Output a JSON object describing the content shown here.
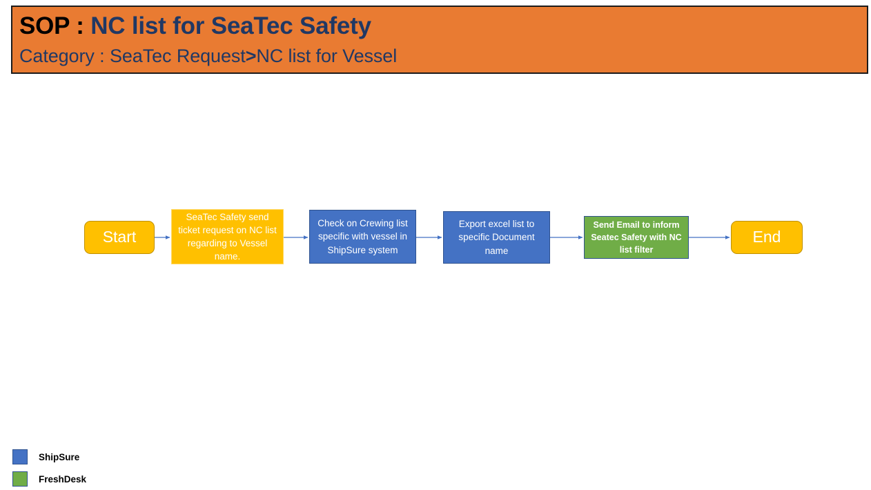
{
  "header": {
    "sop_prefix": "SOP : ",
    "sop_name": "NC list for SeaTec Safety",
    "category_prefix": "Category : SeaTec Request",
    "category_sep": ">",
    "category_suffix": "NC list for Vessel",
    "background_color": "#E97B32",
    "title_color": "#203864",
    "prefix_color": "#000000"
  },
  "flow": {
    "nodes": [
      {
        "id": "start",
        "label": "Start",
        "type": "terminator",
        "color": "#FFC000"
      },
      {
        "id": "request",
        "label": "SeaTec Safety send ticket request on NC list regarding to Vessel name.",
        "type": "process",
        "color": "#FFC000"
      },
      {
        "id": "check",
        "label": "Check on Crewing list specific with vessel in ShipSure system",
        "type": "process",
        "color": "#4472C4"
      },
      {
        "id": "export",
        "label": "Export  excel list to specific Document name",
        "type": "process",
        "color": "#4472C4"
      },
      {
        "id": "email",
        "label": "Send Email to inform Seatec Safety  with NC list filter",
        "type": "process",
        "color": "#70AD47"
      },
      {
        "id": "end",
        "label": "End",
        "type": "terminator",
        "color": "#FFC000"
      }
    ],
    "connector_color": "#4472C4"
  },
  "legend": {
    "items": [
      {
        "label": "ShipSure",
        "color": "#4472C4"
      },
      {
        "label": "FreshDesk",
        "color": "#70AD47"
      }
    ]
  }
}
